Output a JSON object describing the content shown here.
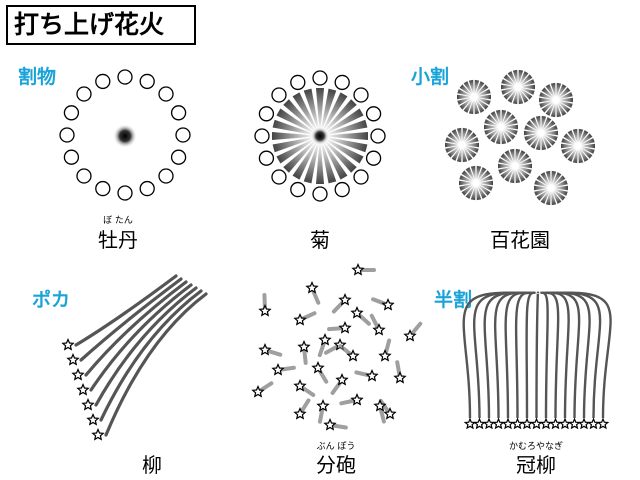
{
  "title": "打ち上げ花火",
  "categories": {
    "warimono": "割物",
    "kowari": "小割",
    "poka": "ポカ",
    "hanwari": "半割"
  },
  "fireworks": [
    {
      "name": "牡丹",
      "ruby": "ぼ  たん"
    },
    {
      "name": "菊",
      "ruby": ""
    },
    {
      "name": "百花園",
      "ruby": ""
    },
    {
      "name": "柳",
      "ruby": ""
    },
    {
      "name": "分砲",
      "ruby": "ぶん  ぽう"
    },
    {
      "name": "冠柳",
      "ruby": "かむろやなぎ"
    }
  ],
  "colors": {
    "accent": "#1aa3d9",
    "ink": "#000000",
    "burst": "#555555"
  }
}
